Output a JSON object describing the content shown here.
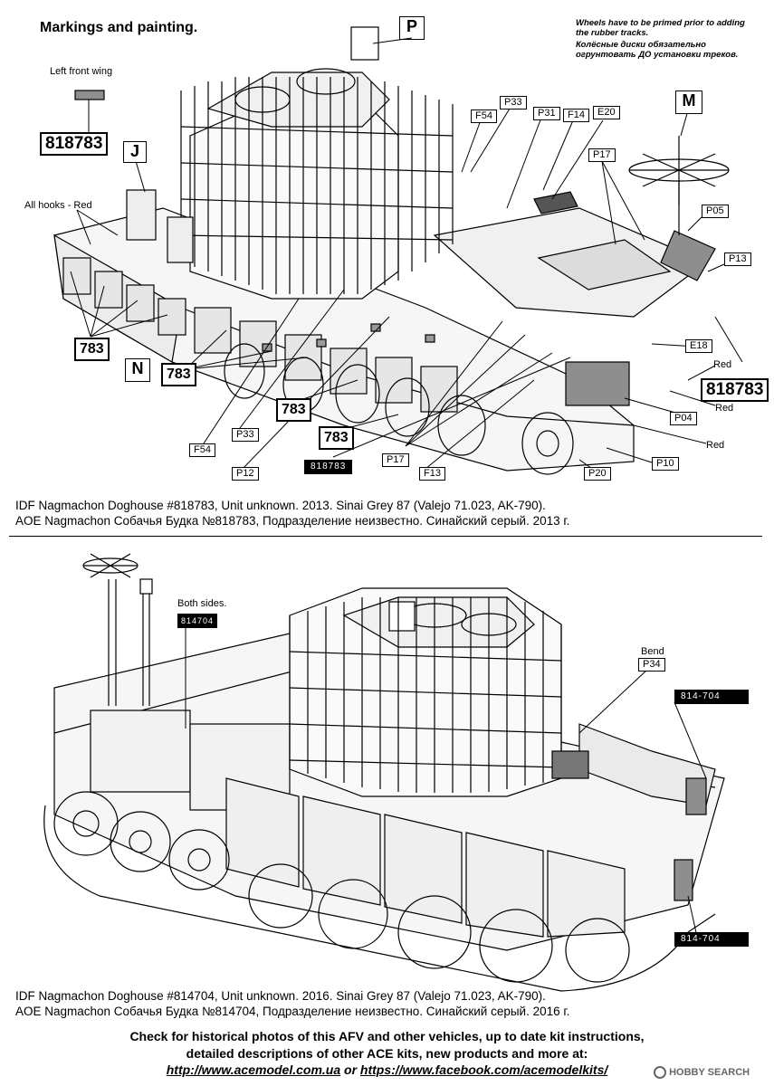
{
  "header": {
    "title": "Markings and painting.",
    "note_en": "Wheels have to be primed prior to adding the rubber tracks.",
    "note_ru": "Колёсные диски обязательно огрунтовать ДО установки треков."
  },
  "section1": {
    "wing_label": "Left front wing",
    "hooks_label": "All hooks - Red",
    "callouts_large": {
      "P": "P",
      "M": "M",
      "J": "J",
      "N": "N",
      "num1": "818783",
      "num2": "818783",
      "c783a": "783",
      "c783b": "783",
      "c783c": "783",
      "c783d": "783"
    },
    "callouts_small": {
      "P33_top": "P33",
      "F54_top": "F54",
      "P31": "P31",
      "F14": "F14",
      "E20": "E20",
      "P17_top": "P17",
      "P05": "P05",
      "P13": "P13",
      "E18": "E18",
      "P04": "P04",
      "P10": "P10",
      "P20": "P20",
      "F13": "F13",
      "P17_bot": "P17",
      "P12": "P12",
      "P33_bot": "P33",
      "F54_bot": "F54"
    },
    "red_labels": [
      "Red",
      "Red",
      "Red"
    ],
    "plate": "818783",
    "caption_en": "IDF Nagmachon Doghouse #818783, Unit unknown. 2013. Sinai Grey 87 (Valejo 71.023, AK-790).",
    "caption_ru": "AOE Nagmachon Собачья Будка №818783, Подразделение неизвестно. Синайский серый. 2013 г."
  },
  "section2": {
    "both_sides": "Both sides.",
    "plate_small": "814704",
    "bend_label": "Bend",
    "p34": "P34",
    "plate_right_top": "814-704",
    "plate_right_bot": "814-704",
    "caption_en": "IDF Nagmachon Doghouse #814704, Unit unknown. 2016. Sinai Grey 87 (Valejo 71.023, AK-790).",
    "caption_ru": "AOE Nagmachon Собачья Будка №814704, Подразделение неизвестно. Синайский серый. 2016 г."
  },
  "footer": {
    "line1": "Check for historical photos of this AFV and  other vehicles, up to date kit instructions,",
    "line2": "detailed descriptions of other ACE kits, new products and more at:",
    "url1": "http://www.acemodel.com.ua",
    "or": "or",
    "url2": "https://www.facebook.com/acemodelkits/",
    "watermark": "HOBBY SEARCH"
  }
}
